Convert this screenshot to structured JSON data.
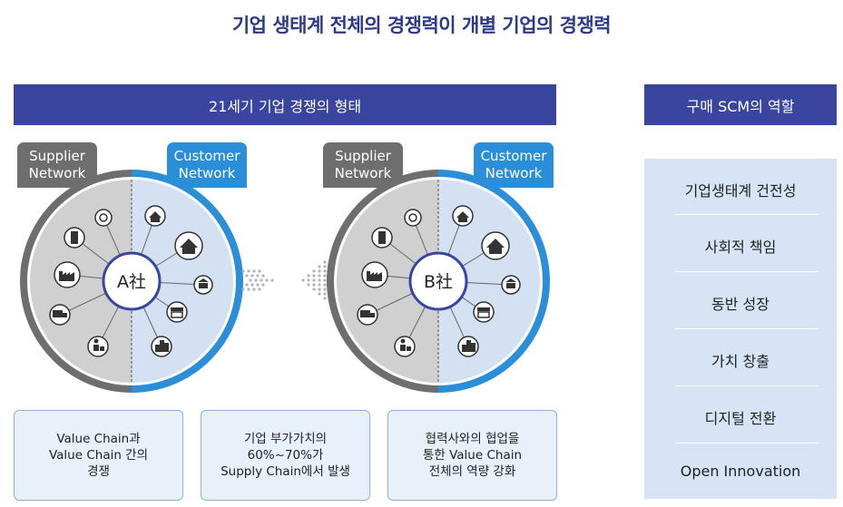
{
  "title": "기업 생태계 전체의 경쟁력이 개별 기업의 경쟁력",
  "left_header": "21세기 기업 경쟁의 형태",
  "right_header": "구매 SCM의 역할",
  "circles": [
    {
      "center_label": "A社",
      "supplier_tab": [
        "Supplier",
        "Network"
      ],
      "customer_tab": [
        "Customer",
        "Network"
      ]
    },
    {
      "center_label": "B社",
      "supplier_tab": [
        "Supplier",
        "Network"
      ],
      "customer_tab": [
        "Customer",
        "Network"
      ]
    }
  ],
  "supplier_icons": [
    "procurement-icon",
    "building-icon",
    "factory-icon",
    "truck-icon",
    "worker-icon"
  ],
  "customer_icons": [
    "home-icon",
    "house-icon",
    "bank-icon",
    "store-icon",
    "city-icon"
  ],
  "boxes": [
    {
      "lines": [
        "Value Chain과",
        "Value Chain 간의",
        "경쟁"
      ]
    },
    {
      "lines": [
        "기업 부가가치의",
        "60%~70%가",
        "Supply Chain에서 발생"
      ]
    },
    {
      "lines": [
        "협력사와의 협업을",
        "통한 Value Chain",
        "전체의 역량 강화"
      ]
    }
  ],
  "roles": [
    "기업생태계 건전성",
    "사회적 책임",
    "동반 성장",
    "가치 창출",
    "디지털 전환",
    "Open Innovation"
  ],
  "colors": {
    "navy": "#3a45a0",
    "blue": "#2a8fd8",
    "gray": "#6e6e6e",
    "light_blue": "#d6e4f5"
  }
}
